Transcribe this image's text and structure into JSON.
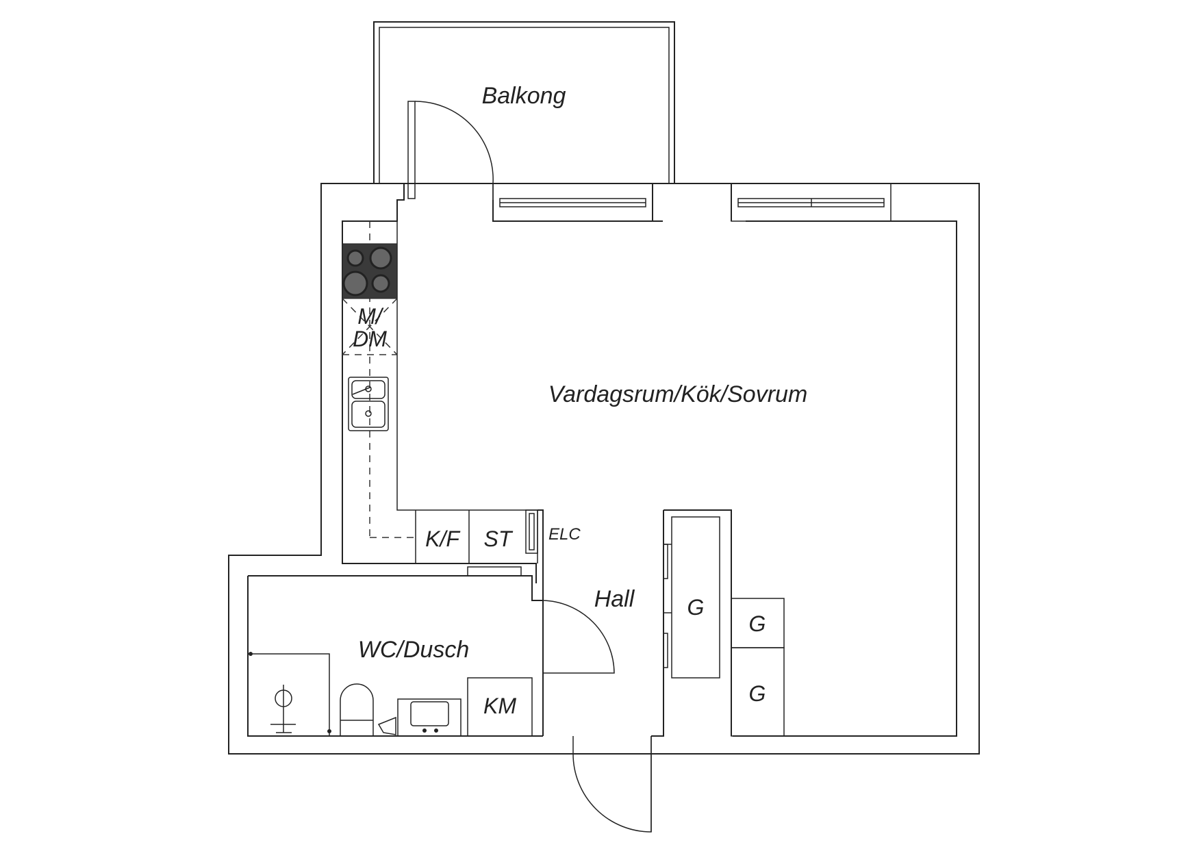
{
  "rooms": {
    "balcony": "Balkong",
    "living": "Vardagsrum/Kök/Sovrum",
    "hall": "Hall",
    "bath": "WC/Dusch"
  },
  "fixtures": {
    "microwave_dishwasher_line1": "M/",
    "microwave_dishwasher_line2": "DM",
    "fridge_freezer": "K/F",
    "storage": "ST",
    "electrical": "ELC",
    "washer": "KM",
    "wardrobe": "G"
  }
}
